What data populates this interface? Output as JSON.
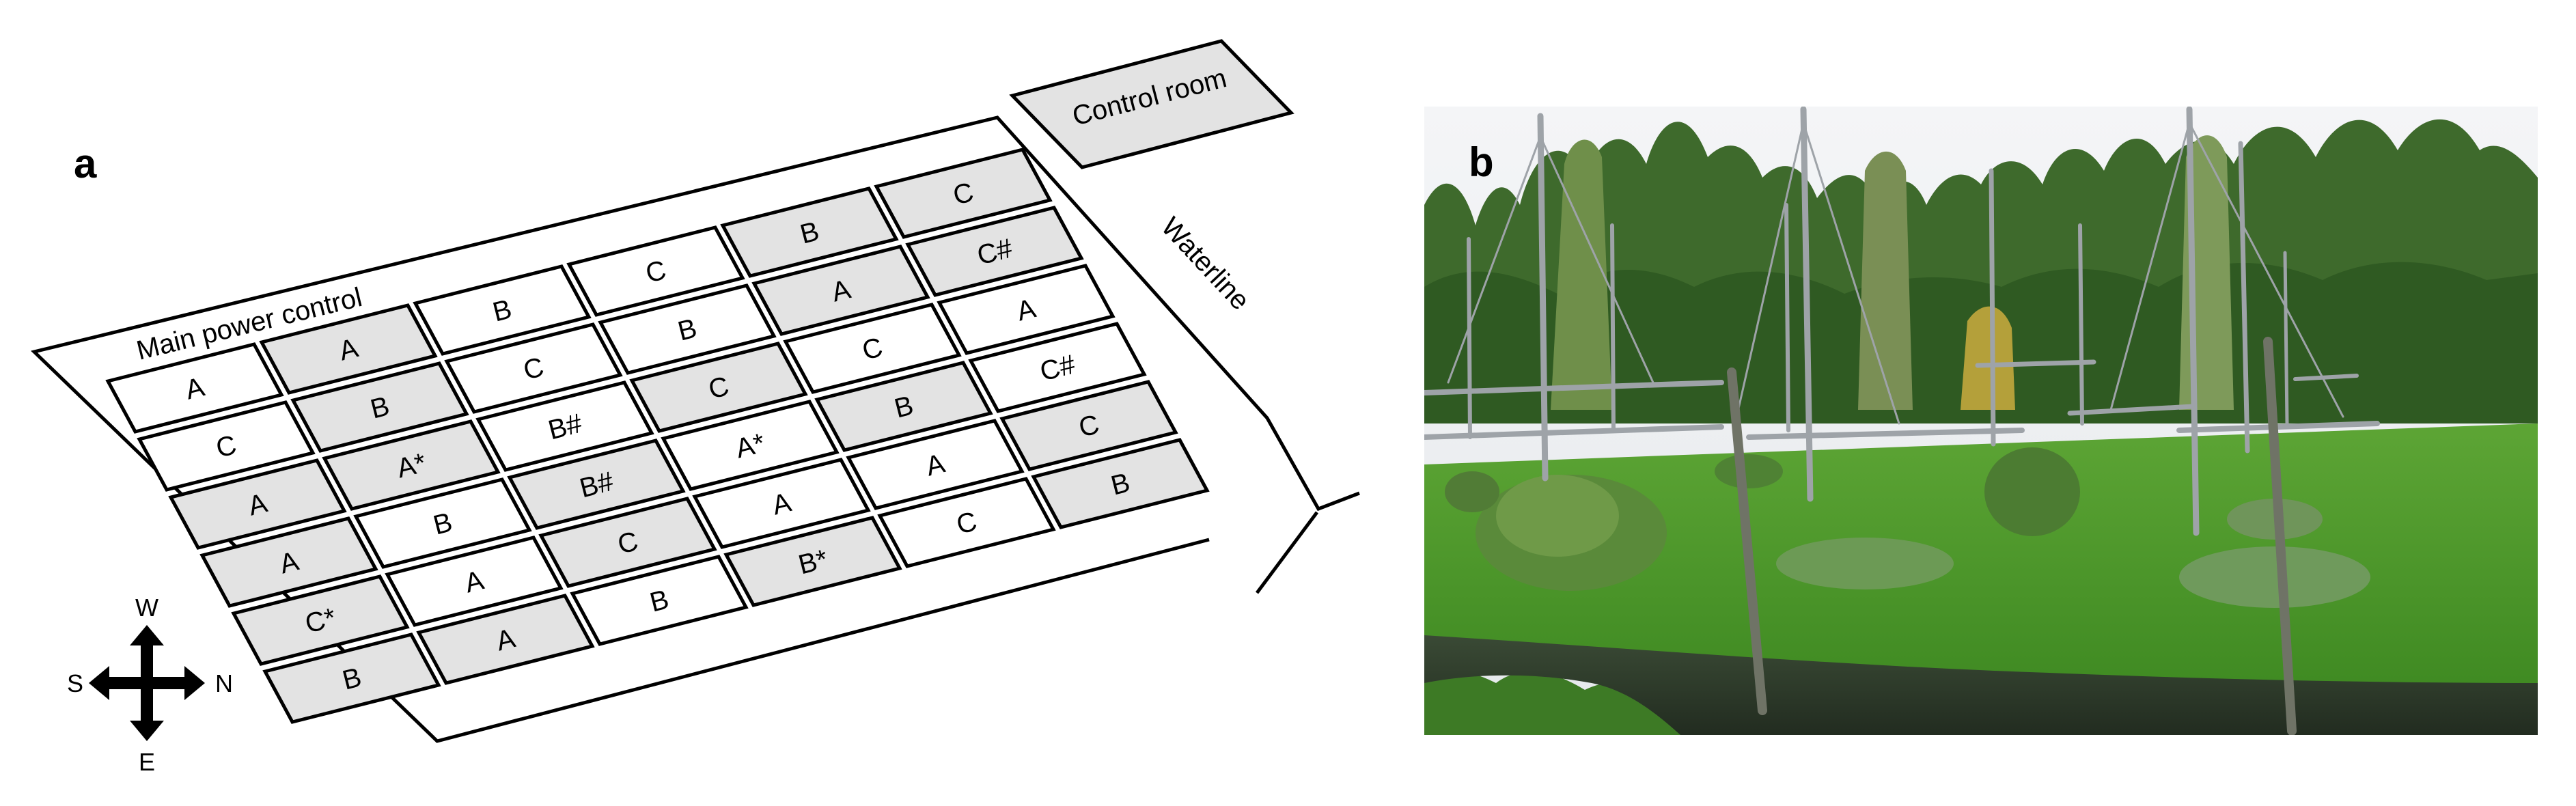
{
  "panel_a": {
    "letter": "a",
    "control_room": "Control room",
    "waterline": "Waterline",
    "main_power": "Main power control",
    "compass": {
      "north": "N",
      "south": "S",
      "east": "E",
      "west": "W"
    },
    "rows": [
      [
        {
          "label": "A",
          "shaded": false
        },
        {
          "label": "A",
          "shaded": true
        },
        {
          "label": "B",
          "shaded": false
        },
        {
          "label": "C",
          "shaded": false
        },
        {
          "label": "B",
          "shaded": true
        },
        {
          "label": "C",
          "shaded": true
        }
      ],
      [
        {
          "label": "C",
          "shaded": false
        },
        {
          "label": "B",
          "shaded": true
        },
        {
          "label": "C",
          "shaded": false
        },
        {
          "label": "B",
          "shaded": false
        },
        {
          "label": "A",
          "shaded": true
        },
        {
          "label": "C#",
          "shaded": true
        }
      ],
      [
        {
          "label": "A",
          "shaded": true
        },
        {
          "label": "A*",
          "shaded": true
        },
        {
          "label": "B#",
          "shaded": false
        },
        {
          "label": "C",
          "shaded": true
        },
        {
          "label": "C",
          "shaded": false
        },
        {
          "label": "A",
          "shaded": false
        }
      ],
      [
        {
          "label": "A",
          "shaded": true
        },
        {
          "label": "B",
          "shaded": false
        },
        {
          "label": "B#",
          "shaded": true
        },
        {
          "label": "A*",
          "shaded": false
        },
        {
          "label": "B",
          "shaded": true
        },
        {
          "label": "C#",
          "shaded": false
        }
      ],
      [
        {
          "label": "C*",
          "shaded": true
        },
        {
          "label": "A",
          "shaded": false
        },
        {
          "label": "C",
          "shaded": true
        },
        {
          "label": "A",
          "shaded": false
        },
        {
          "label": "A",
          "shaded": false
        },
        {
          "label": "C",
          "shaded": true
        }
      ],
      [
        {
          "label": "B",
          "shaded": true
        },
        {
          "label": "A",
          "shaded": true
        },
        {
          "label": "B",
          "shaded": false
        },
        {
          "label": "B*",
          "shaded": true
        },
        {
          "label": "C",
          "shaded": false
        },
        {
          "label": "B",
          "shaded": true
        }
      ]
    ]
  },
  "panel_b": {
    "letter": "b"
  },
  "colors": {
    "shaded_plot": "#e3e3e3",
    "open_plot": "#ffffff",
    "line": "#000000"
  }
}
